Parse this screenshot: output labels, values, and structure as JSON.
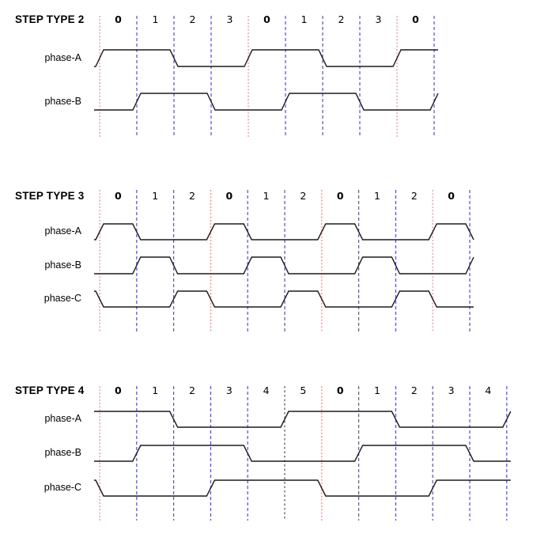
{
  "colors": {
    "background": "#ffffff",
    "waveform": "#1c1c1c",
    "step0_boundary": "#ff8585",
    "step_boundary": "#4d4dff",
    "alt_boundary": "#4d4d4d",
    "text": "#000000"
  },
  "sections": [
    {
      "title": "STEP TYPE 2",
      "steps": [
        {
          "label": "0",
          "bold": true
        },
        {
          "label": "1",
          "bold": false
        },
        {
          "label": "2",
          "bold": false
        },
        {
          "label": "3",
          "bold": false
        },
        {
          "label": "0",
          "bold": true
        },
        {
          "label": "1",
          "bold": false
        },
        {
          "label": "2",
          "bold": false
        },
        {
          "label": "3",
          "bold": false
        },
        {
          "label": "0",
          "bold": true
        }
      ],
      "boundaries": [
        "red",
        "blue",
        "blue",
        "blue",
        "red",
        "blue",
        "blue",
        "blue",
        "red",
        "blue"
      ],
      "phases": [
        {
          "label": "phase-A",
          "lead": 0,
          "levels": [
            1,
            1,
            0,
            0,
            1,
            1,
            0,
            0,
            1
          ],
          "tail": 1
        },
        {
          "label": "phase-B",
          "lead": 0,
          "levels": [
            0,
            1,
            1,
            0,
            0,
            1,
            1,
            0,
            0
          ],
          "tail": 1
        }
      ]
    },
    {
      "title": "STEP TYPE 3",
      "steps": [
        {
          "label": "0",
          "bold": true
        },
        {
          "label": "1",
          "bold": false
        },
        {
          "label": "2",
          "bold": false
        },
        {
          "label": "0",
          "bold": true
        },
        {
          "label": "1",
          "bold": false
        },
        {
          "label": "2",
          "bold": false
        },
        {
          "label": "0",
          "bold": true
        },
        {
          "label": "1",
          "bold": false
        },
        {
          "label": "2",
          "bold": false
        },
        {
          "label": "0",
          "bold": true
        }
      ],
      "boundaries": [
        "red",
        "blue",
        "blue",
        "red",
        "blue",
        "blue",
        "red",
        "blue",
        "blue",
        "red",
        "blue"
      ],
      "phases": [
        {
          "label": "phase-A",
          "lead": 0,
          "levels": [
            1,
            0,
            0,
            1,
            0,
            0,
            1,
            0,
            0,
            1
          ],
          "tail": 0
        },
        {
          "label": "phase-B",
          "lead": 0,
          "levels": [
            0,
            1,
            0,
            0,
            1,
            0,
            0,
            1,
            0,
            0
          ],
          "tail": 1
        },
        {
          "label": "phase-C",
          "lead": 1,
          "levels": [
            0,
            0,
            1,
            0,
            0,
            1,
            0,
            0,
            1,
            0
          ],
          "tail": 0
        }
      ]
    },
    {
      "title": "STEP TYPE 4",
      "steps": [
        {
          "label": "0",
          "bold": true
        },
        {
          "label": "1",
          "bold": false
        },
        {
          "label": "2",
          "bold": false
        },
        {
          "label": "3",
          "bold": false
        },
        {
          "label": "4",
          "bold": false
        },
        {
          "label": "5",
          "bold": false
        },
        {
          "label": "0",
          "bold": true
        },
        {
          "label": "1",
          "bold": false
        },
        {
          "label": "2",
          "bold": false
        },
        {
          "label": "3",
          "bold": false
        },
        {
          "label": "4",
          "bold": false
        }
      ],
      "boundaries": [
        "red",
        "blue",
        "blue",
        "blue",
        "blue",
        "dark",
        "red",
        "blue",
        "blue",
        "blue",
        "blue",
        "blue"
      ],
      "phases": [
        {
          "label": "phase-A",
          "lead": 1,
          "levels": [
            1,
            1,
            0,
            0,
            0,
            1,
            1,
            1,
            0,
            0,
            0
          ],
          "tail": 1
        },
        {
          "label": "phase-B",
          "lead": 0,
          "levels": [
            0,
            1,
            1,
            1,
            0,
            0,
            0,
            1,
            1,
            1,
            0
          ],
          "tail": 0
        },
        {
          "label": "phase-C",
          "lead": 1,
          "levels": [
            0,
            0,
            0,
            1,
            1,
            1,
            0,
            0,
            0,
            1,
            1
          ],
          "tail": 1
        }
      ]
    }
  ]
}
